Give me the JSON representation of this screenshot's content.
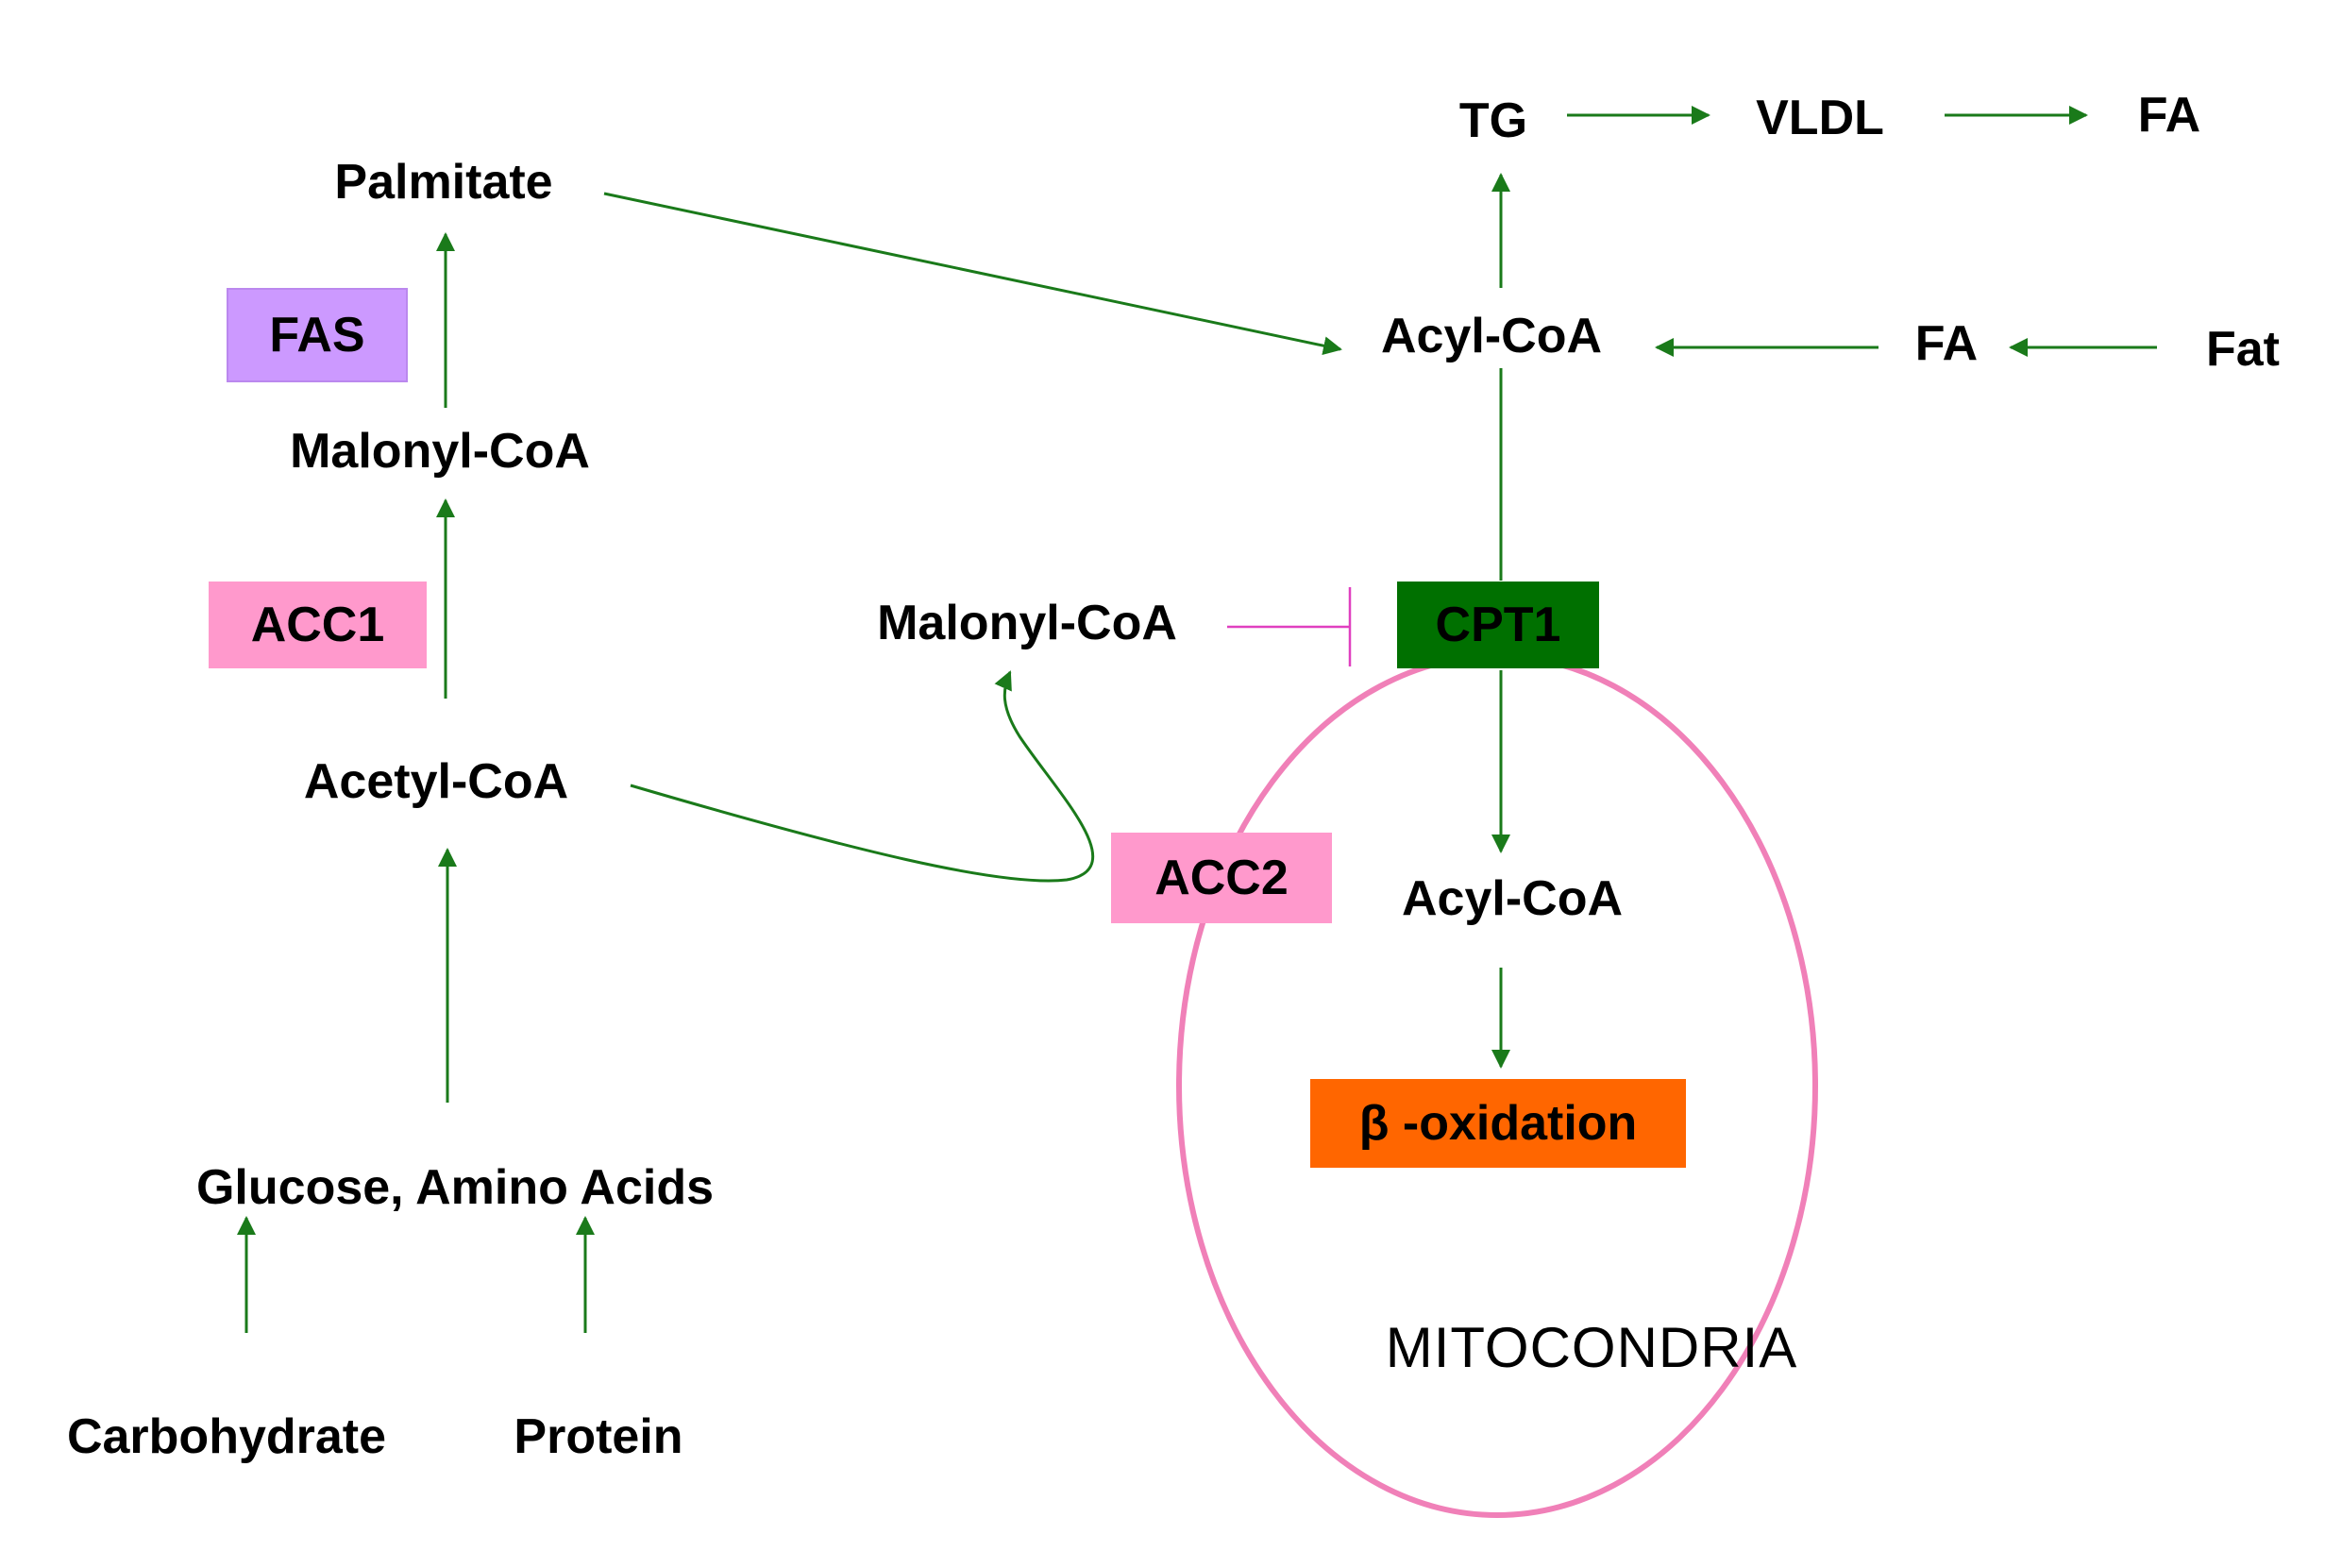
{
  "nodes": {
    "palmitate": "Palmitate",
    "malonyl_coa_left": "Malonyl-CoA",
    "acetyl_coa": "Acetyl-CoA",
    "glucose_amino_acids": "Glucose, Amino Acids",
    "carbohydrate": "Carbohydrate",
    "protein": "Protein",
    "malonyl_coa_center": "Malonyl-CoA",
    "tg": "TG",
    "vldl": "VLDL",
    "fa_top": "FA",
    "acyl_coa_top": "Acyl-CoA",
    "fa_right": "FA",
    "fat": "Fat",
    "acyl_coa_mito": "Acyl-CoA",
    "mitochondria": "MITOCONDRIA"
  },
  "enzymes": {
    "fas": "FAS",
    "acc1": "ACC1",
    "acc2": "ACC2",
    "cpt1": "CPT1",
    "beta_oxidation": "β -oxidation"
  },
  "colors": {
    "arrow": "#1a7a1a",
    "inhibition": "#e040c0",
    "fas_box": "#cc99ff",
    "acc_box": "#ff99cc",
    "cpt1_box": "#007000",
    "beta_box": "#ff6600",
    "mito_outline": "#f080b8"
  }
}
